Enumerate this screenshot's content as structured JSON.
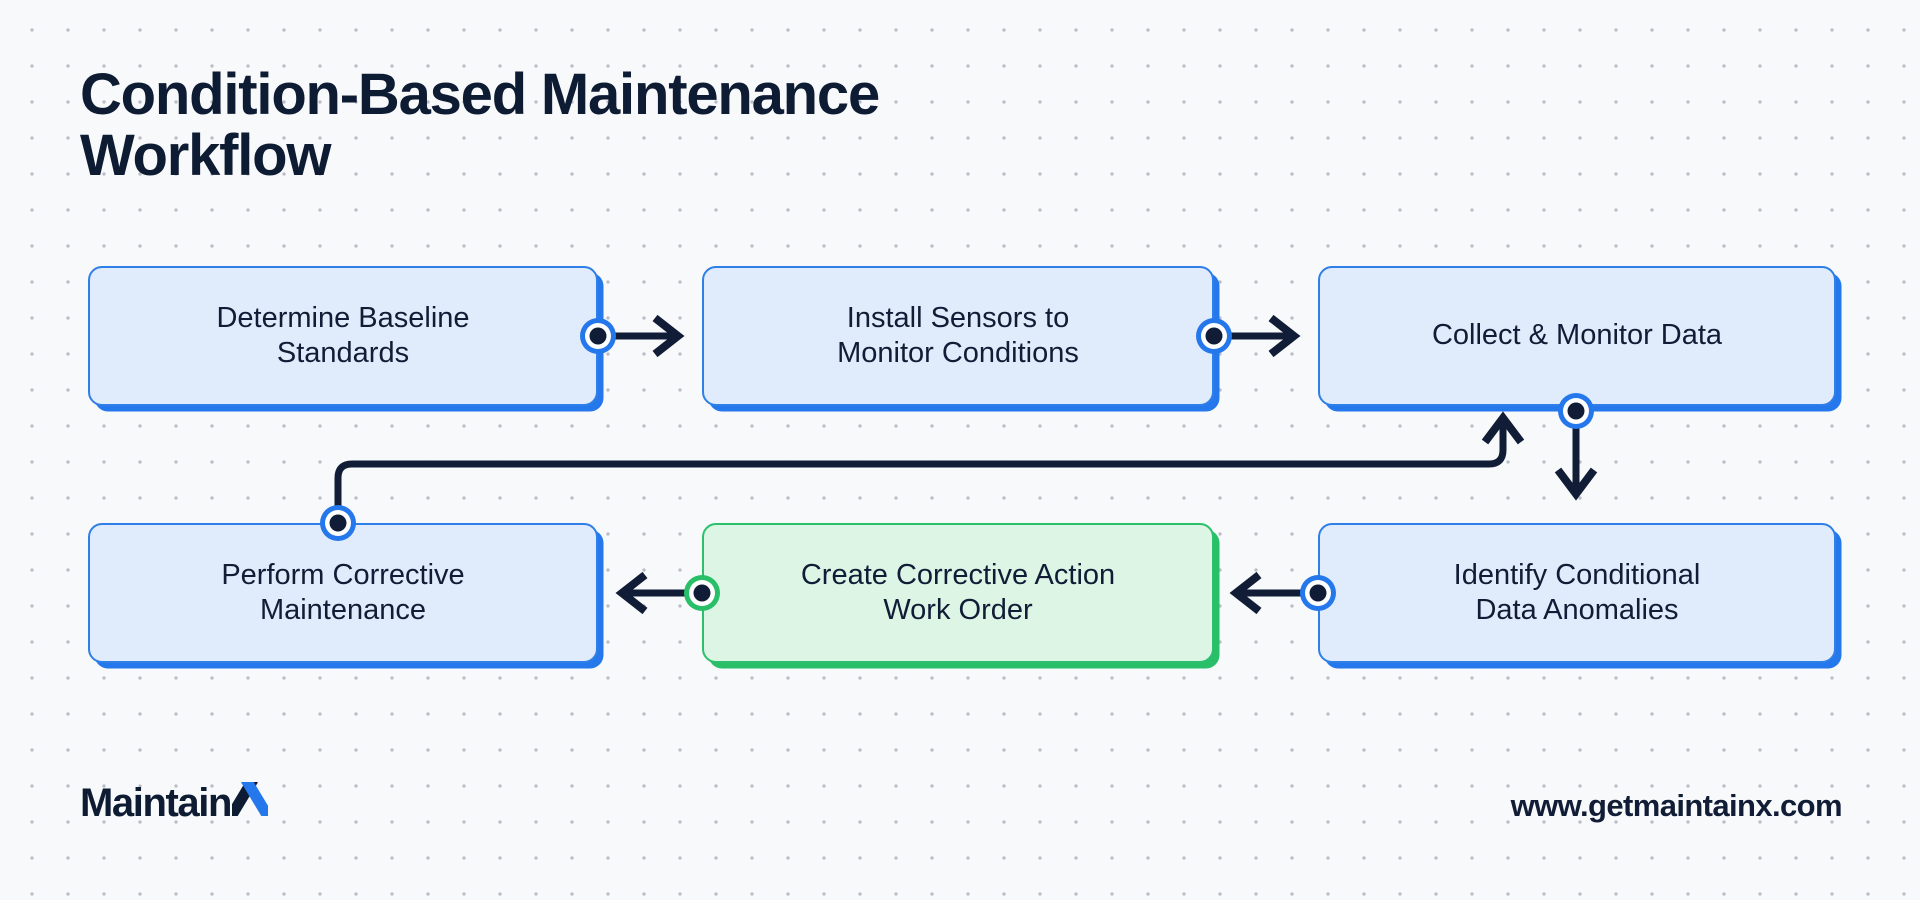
{
  "page": {
    "title": "Condition-Based Maintenance\nWorkflow",
    "background_color": "#f8f9fb",
    "dot_grid_color": "#b9bdc6"
  },
  "colors": {
    "ink": "#111d36",
    "blue_border": "#2f7fe8",
    "blue_fill": "#e0ecfb",
    "blue_shadow": "#2478ec",
    "green_border": "#2cc06c",
    "green_fill": "#dcf5e4",
    "green_shadow": "#28bf68",
    "arrow": "#111d36"
  },
  "diagram": {
    "type": "flowchart",
    "nodes": [
      {
        "id": "n1",
        "label": "Determine Baseline\nStandards",
        "variant": "blue"
      },
      {
        "id": "n2",
        "label": "Install Sensors to\nMonitor Conditions",
        "variant": "blue"
      },
      {
        "id": "n3",
        "label": "Collect & Monitor Data",
        "variant": "blue"
      },
      {
        "id": "n4",
        "label": "Identify Conditional\nData Anomalies",
        "variant": "blue"
      },
      {
        "id": "n5",
        "label": "Create Corrective Action\nWork Order",
        "variant": "green"
      },
      {
        "id": "n6",
        "label": "Perform Corrective\nMaintenance",
        "variant": "blue"
      }
    ],
    "edges": [
      {
        "from": "n1",
        "to": "n2",
        "direction": "right",
        "handle_color": "blue"
      },
      {
        "from": "n2",
        "to": "n3",
        "direction": "right",
        "handle_color": "blue"
      },
      {
        "from": "n3",
        "to": "n4",
        "direction": "down",
        "handle_color": "blue"
      },
      {
        "from": "n4",
        "to": "n5",
        "direction": "left",
        "handle_color": "blue"
      },
      {
        "from": "n5",
        "to": "n6",
        "direction": "left",
        "handle_color": "green"
      },
      {
        "from": "n6",
        "to": "n3",
        "direction": "feedback-up",
        "handle_color": "blue"
      }
    ]
  },
  "footer": {
    "logo_text": "Maintain",
    "logo_mark": "x-mark-icon",
    "website": "www.getmaintainx.com"
  }
}
